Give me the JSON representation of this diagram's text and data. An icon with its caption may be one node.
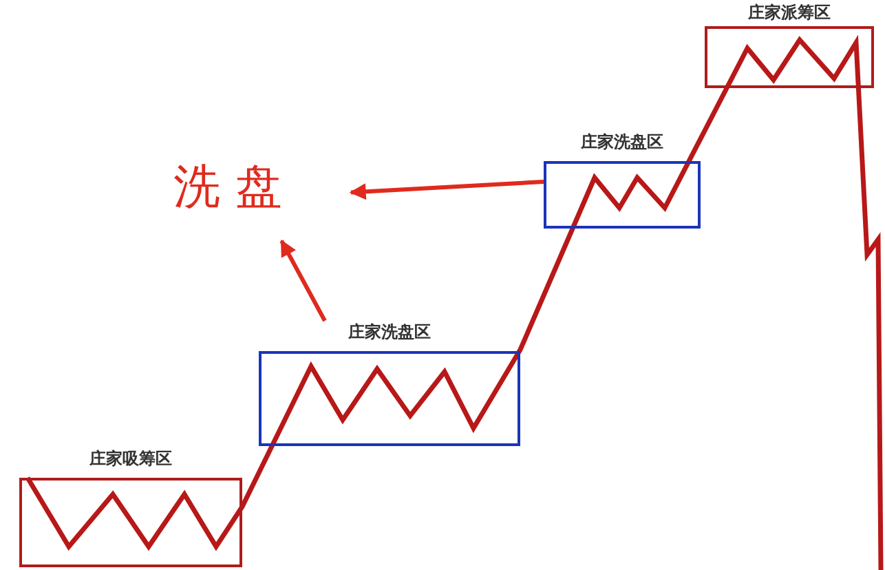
{
  "diagram": {
    "nodes": [
      {
        "text": [
          "庄家吸筹区"
        ]
      },
      {
        "text": [
          "庄家洗盘区"
        ]
      },
      {
        "text": [
          "庄家洗盘区"
        ]
      },
      {
        "text": [
          "庄家派筹区"
        ]
      },
      {
        "text": [
          "洗 盘"
        ]
      }
    ],
    "edges": [
      {
        "from": 2,
        "to": 4,
        "arrow": "to"
      },
      {
        "from": 1,
        "to": 4,
        "arrow": "to"
      }
    ]
  }
}
